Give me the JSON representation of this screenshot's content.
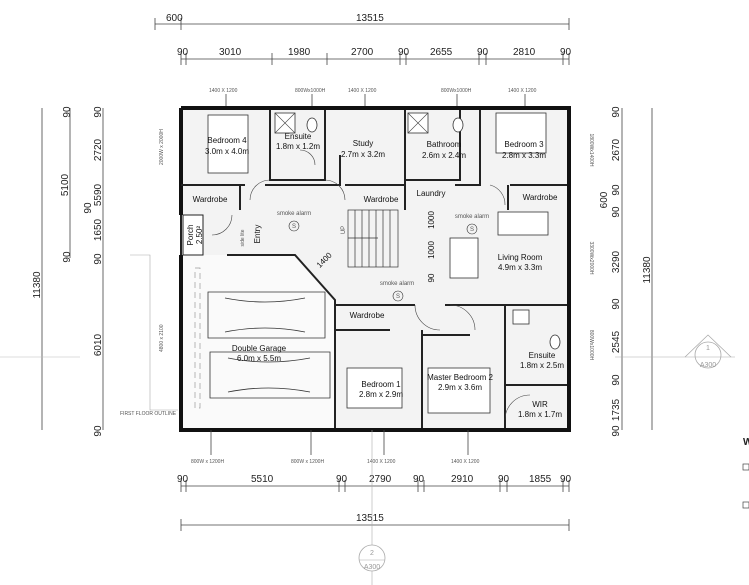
{
  "dimensions": {
    "top_overall": [
      "600",
      "13515"
    ],
    "top_chain": [
      "90",
      "3010",
      "1980",
      "2700",
      "90",
      "2655",
      "90",
      "2810",
      "90"
    ],
    "bottom_chain": [
      "90",
      "5510",
      "90",
      "2790",
      "90",
      "2910",
      "90",
      "1855",
      "90"
    ],
    "bottom_overall": "13515",
    "left_overall": "11380",
    "left_mid": [
      "90",
      "5100",
      "90"
    ],
    "left_chain": [
      "90",
      "2720",
      "5590",
      "90",
      "1650",
      "90",
      "6010",
      "90"
    ],
    "right_chain": [
      "90",
      "2670",
      "90",
      "600",
      "90",
      "3290",
      "90",
      "2545",
      "90",
      "1735",
      "90"
    ],
    "right_overall": "11380",
    "internal": [
      "1400",
      "1000",
      "1000",
      "90"
    ]
  },
  "windows": {
    "top": [
      "1400 X 1200",
      "800Wx1000H",
      "1400 X 1200",
      "800Wx1000H",
      "1400 X 1200"
    ],
    "bottom": [
      "800W x 1200H",
      "800W x 1200H",
      "1400 X 1200",
      "1400 X 1200"
    ],
    "right": [
      "1800Wx1400H",
      "3300Wx2000H",
      "800Wx1000H"
    ],
    "left": [
      "2000W x 2000H",
      "4800 x 2100"
    ],
    "first_floor_outline": "FIRST FLOOR OUTLINE",
    "entry_door": "side lite"
  },
  "rooms": {
    "bedroom4": {
      "name": "Bedroom 4",
      "size": "3.0m x 4.0m"
    },
    "ensuite1": {
      "name": "Ensuite",
      "size": "1.8m x 1.2m"
    },
    "study": {
      "name": "Study",
      "size": "2.7m x 3.2m"
    },
    "bathroom": {
      "name": "Bathroom",
      "size": "2.6m x 2.4m"
    },
    "bedroom3": {
      "name": "Bedroom 3",
      "size": "2.8m x 3.3m"
    },
    "wardrobe": "Wardrobe",
    "laundry": "Laundry",
    "porch": {
      "name": "Porch",
      "size": "2.50²"
    },
    "entry": "Entry",
    "smoke_alarm": "smoke alarm",
    "smoke_symbol": "S",
    "up": "UP",
    "living": {
      "name": "Living Room",
      "size": "4.9m x 3.3m"
    },
    "garage": {
      "name": "Double Garage",
      "size": "6.0m x 5.5m"
    },
    "bedroom1": {
      "name": "Bedroom 1",
      "size": "2.8m x 2.9m"
    },
    "master": {
      "name": "Master Bedroom 2",
      "size": "2.9m x 3.6m"
    },
    "ensuite2": {
      "name": "Ensuite",
      "size": "1.8m x 2.5m"
    },
    "wir": {
      "name": "WIR",
      "size": "1.8m x 1.7m"
    }
  },
  "section_markers": [
    {
      "number": "1",
      "sheet": "A300"
    },
    {
      "number": "2",
      "sheet": "A300"
    }
  ],
  "legend_partial": "W"
}
